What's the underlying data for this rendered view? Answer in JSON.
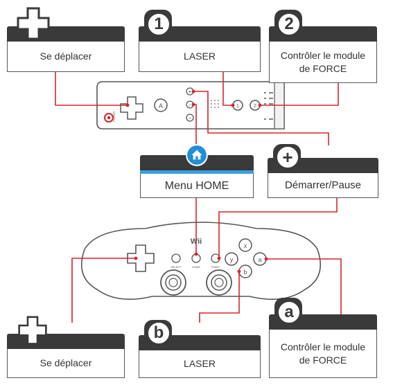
{
  "labels": {
    "move_top": "Se déplacer",
    "laser_top": "LASER",
    "force_top_1": "Contrôler le module",
    "force_top_2": "de FORCE",
    "menu_home": "Menu HOME",
    "start_pause": "Démarrer/Pause",
    "move_bottom": "Se déplacer",
    "laser_bottom": "LASER",
    "force_bottom_1": "Contrôler le module",
    "force_bottom_2": "de FORCE"
  },
  "badges": {
    "one": "1",
    "two": "2",
    "plus": "+",
    "a": "a",
    "b": "b"
  },
  "wiimote": {
    "power_label": "POWER",
    "a_label": "A",
    "minus_label": "−",
    "plus_label": "+",
    "home_label": "⌂",
    "one_label": "1",
    "two_label": "2"
  },
  "classic": {
    "brand": "Wii",
    "select_label": "SELECT",
    "home_label": "HOME",
    "start_label": "START",
    "x_label": "x",
    "y_label": "y",
    "a_label": "a",
    "b_label": "b"
  },
  "colors": {
    "line": "#d9232d",
    "header": "#3a3a3a",
    "home_accent": "#1f8fd6"
  }
}
